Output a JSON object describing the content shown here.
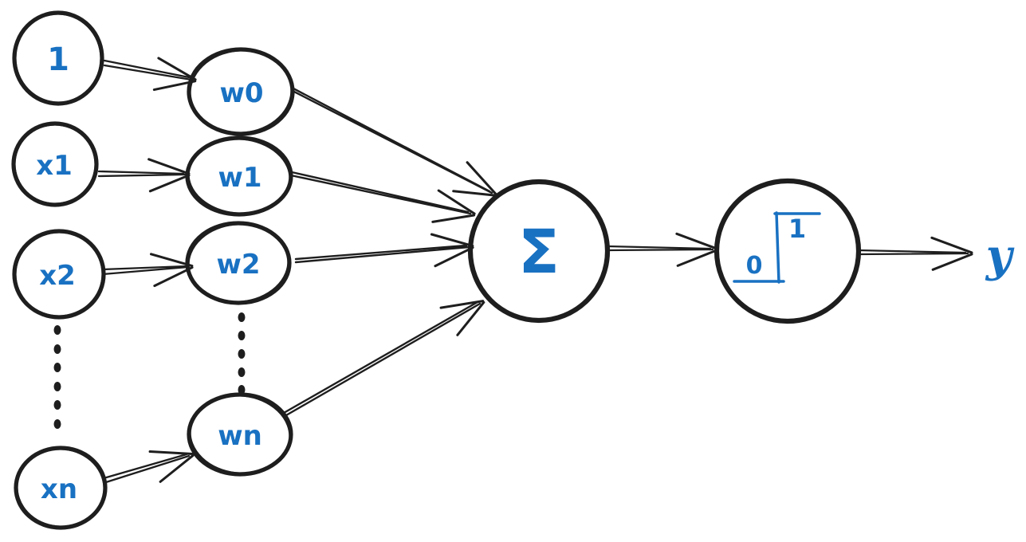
{
  "colors": {
    "ink": "#1e1e1e",
    "accent": "#1971c2",
    "bg": "#ffffff"
  },
  "diagram": {
    "inputs": [
      {
        "id": "bias",
        "label": "1"
      },
      {
        "id": "x1",
        "label": "x1"
      },
      {
        "id": "x2",
        "label": "x2"
      },
      {
        "id": "xn",
        "label": "xn"
      }
    ],
    "weights": [
      {
        "id": "w0",
        "label": "w0"
      },
      {
        "id": "w1",
        "label": "w1"
      },
      {
        "id": "w2",
        "label": "w2"
      },
      {
        "id": "wn",
        "label": "wn"
      }
    ],
    "sum": {
      "label": "Σ"
    },
    "activation": {
      "low_label": "0",
      "high_label": "1"
    },
    "output": {
      "label": "y"
    }
  }
}
